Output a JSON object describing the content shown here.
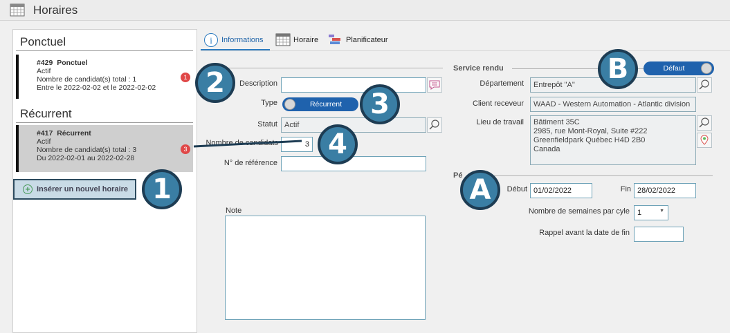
{
  "window": {
    "title": "Horaires"
  },
  "left": {
    "ponctuel_title": "Ponctuel",
    "ponctuel_card": {
      "id": "#429",
      "name": "Ponctuel",
      "status": "Actif",
      "candidates": "Nombre de candidat(s) total : 1",
      "dates": "Entre le 2022-02-02 et le 2022-02-02",
      "badge": "1"
    },
    "recurrent_title": "Récurrent",
    "recurrent_card": {
      "id": "#417",
      "name": "Récurrent",
      "status": "Actif",
      "candidates": "Nombre de candidat(s) total : 3",
      "dates": "Du 2022-02-01 au 2022-02-28",
      "badge": "3"
    },
    "insert_label": "Insérer un nouvel horaire"
  },
  "tabs": [
    {
      "label": "Informations",
      "icon": "info-icon"
    },
    {
      "label": "Horaire",
      "icon": "calendar-icon"
    },
    {
      "label": "Planificateur",
      "icon": "planner-icon"
    }
  ],
  "form": {
    "description_label": "Description",
    "description_value": "",
    "type_label": "Type",
    "type_value": "Récurrent",
    "statut_label": "Statut",
    "statut_value": "Actif",
    "candidats_label": "Nombre de candidats",
    "candidats_value": "3",
    "reference_label": "N° de référence",
    "reference_value": "",
    "note_label": "Note",
    "note_value": ""
  },
  "service": {
    "title": "Service rendu",
    "default_toggle": "Défaut",
    "departement_label": "Département",
    "departement_value": "Entrepôt \"A\"",
    "client_label": "Client receveur",
    "client_value": "WAAD - Western Automation - Atlantic division",
    "lieu_label": "Lieu de travail",
    "lieu_lines": [
      "Bâtiment 35C",
      "2985, rue Mont-Royal, Suite #222",
      "Greenfieldpark Québec H4D 2B0",
      "Canada"
    ]
  },
  "periode": {
    "title": "Pé",
    "debut_label": "Début",
    "debut_value": "01/02/2022",
    "fin_label": "Fin",
    "fin_value": "28/02/2022",
    "semaines_label": "Nombre de semaines par cyle",
    "semaines_value": "1",
    "rappel_label": "Rappel avant la date de fin",
    "rappel_value": ""
  },
  "callouts": {
    "one": "1",
    "two": "2",
    "three": "3",
    "four": "4",
    "a": "A",
    "b": "B"
  },
  "colors": {
    "accent": "#1f62ad",
    "callout": "#3a7ea4",
    "badge": "#e04848"
  }
}
